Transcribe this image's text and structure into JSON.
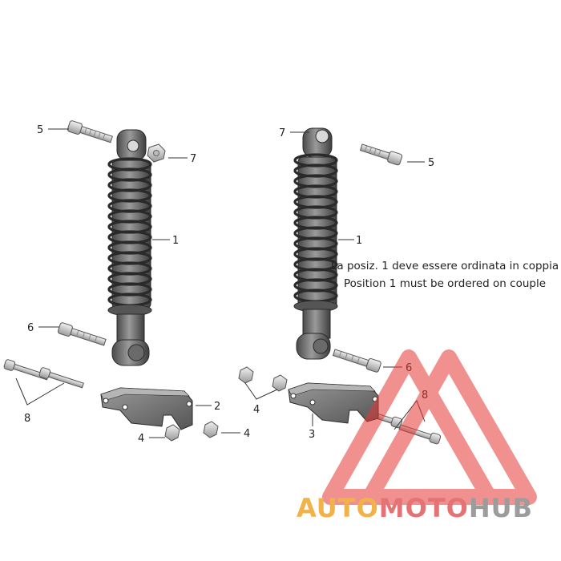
{
  "note": {
    "it": "La posiz. 1 deve essere ordinata in coppia",
    "en": "Position 1 must be ordered on couple"
  },
  "callouts": [
    "5",
    "7",
    "1",
    "6",
    "8",
    "2",
    "4",
    "4",
    "7",
    "5",
    "1",
    "6",
    "4",
    "3",
    "8"
  ],
  "watermark": {
    "part1": "AUTO",
    "part2": "MOTO",
    "part3": "HUB",
    "color1": "#f2b24a",
    "color2": "#e57373",
    "color3": "#9c9c9c",
    "triangle_color": "#e53935"
  },
  "colors": {
    "part_fill": "#6e6e6e",
    "part_dark": "#3a3a3a",
    "part_light": "#a8a8a8",
    "bolt_fill": "#d9d9d9"
  }
}
